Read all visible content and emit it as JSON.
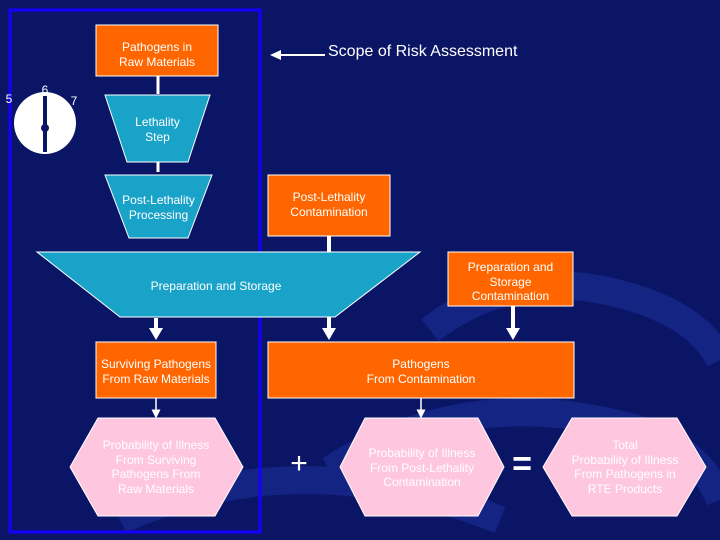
{
  "scope_label": "Scope of Risk Assessment",
  "gauge": {
    "left": "5",
    "mid": "6",
    "right": "7"
  },
  "boxes": {
    "pathogens_raw": "Pathogens in\nRaw Materials",
    "lethality": "Lethality\nStep",
    "post_lethality_processing": "Post-Lethality\nProcessing",
    "post_lethality_contamination": "Post-Lethality\nContamination",
    "prep_storage": "Preparation and Storage",
    "prep_storage_contamination": "Preparation and\nStorage\nContamination",
    "surviving_pathogens": "Surviving Pathogens\nFrom Raw Materials",
    "pathogens_contamination": "Pathogens\nFrom Contamination",
    "prob_surviving": "Probability of Illness\nFrom Surviving\nPathogens From\nRaw Materials",
    "prob_post_lethality": "Probability of Illness\nFrom Post-Lethality\nContamination",
    "total_prob": "Total\nProbability of Illness\nFrom Pathogens in\nRTE Products"
  },
  "operators": {
    "plus": "+",
    "equals": "="
  },
  "colors": {
    "background": "#0b1566",
    "orange": "#ff6600",
    "cyan": "#1aa3c8",
    "pink": "#ffc6df",
    "frame": "#1400ff"
  }
}
